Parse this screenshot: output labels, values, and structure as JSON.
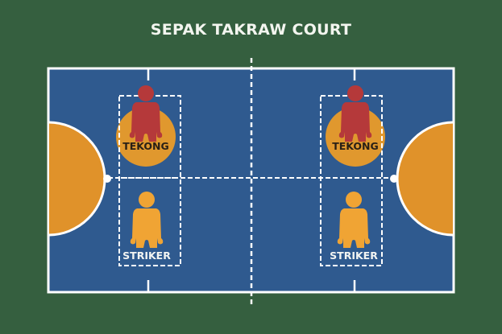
{
  "title": "SEPAK TAKRAW COURT",
  "colors": {
    "background": "#355f3f",
    "court": "#2f5a8f",
    "lines": "#ffffff",
    "semicircle": "#e0922a",
    "tekong_figure": "#b5393a",
    "tekong_circle": "#e0982e",
    "striker_figure": "#f0a434"
  },
  "court": {
    "left_half": {
      "tekong": {
        "label": "TEKONG",
        "icon": "person-icon"
      },
      "striker": {
        "label": "STRIKER",
        "icon": "person-icon"
      }
    },
    "right_half": {
      "tekong": {
        "label": "TEKONG",
        "icon": "person-icon"
      },
      "striker": {
        "label": "STRIKER",
        "icon": "person-icon"
      }
    },
    "net": "center-dashed-line"
  }
}
